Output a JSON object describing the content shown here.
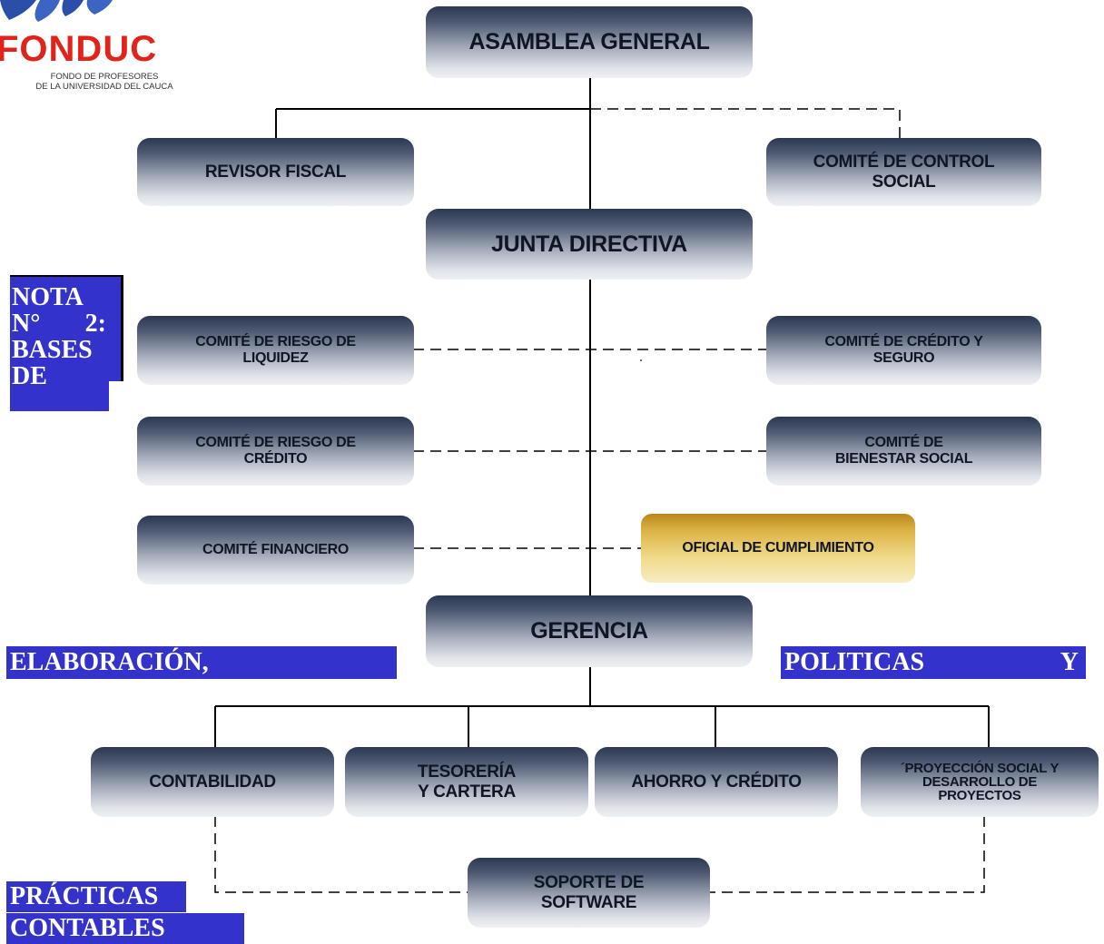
{
  "logo": {
    "name": "FONDUC",
    "line1": "FONDO DE PROFESORES",
    "line2": "DE LA UNIVERSIDAD DEL CAUCA"
  },
  "nodes": {
    "asamblea": "ASAMBLEA GENERAL",
    "revisor": "REVISOR FISCAL",
    "control": "COMITÉ DE CONTROL\nSOCIAL",
    "junta": "JUNTA DIRECTIVA",
    "riesgo_liquidez": "COMITÉ DE RIESGO DE\nLIQUIDEZ",
    "credito_seguro": "COMITÉ DE CRÉDITO Y\nSEGURO",
    "riesgo_credito": "COMITÉ DE RIESGO DE\nCRÉDITO",
    "bienestar": "COMITÉ DE\nBIENESTAR SOCIAL",
    "financiero": "COMITÉ FINANCIERO",
    "oficial": "OFICIAL DE CUMPLIMIENTO",
    "gerencia": "GERENCIA",
    "contabilidad": "CONTABILIDAD",
    "tesoreria": "TESORERÍA\nY CARTERA",
    "ahorro": "AHORRO Y CRÉDITO",
    "proyeccion": "´PROYECCIÓN SOCIAL Y\nDESARROLLO DE\nPROYECTOS",
    "soporte": "SOPORTE DE\nSOFTWARE"
  },
  "notes": {
    "nota1": "NOTA",
    "nota2a": "N°",
    "nota2b": "2:",
    "nota3": "BASES",
    "nota4": "DE",
    "elaboracion": "ELABORACIÓN,",
    "politicas": "POLITICAS",
    "y": "Y",
    "practicas": "PRÁCTICAS",
    "contables": "CONTABLES"
  },
  "colors": {
    "box_dark": "#2b3852",
    "box_light": "#eef0f3",
    "gold": "#dcb447",
    "note_bg": "#3333cc",
    "logo_red": "#e0241b"
  }
}
